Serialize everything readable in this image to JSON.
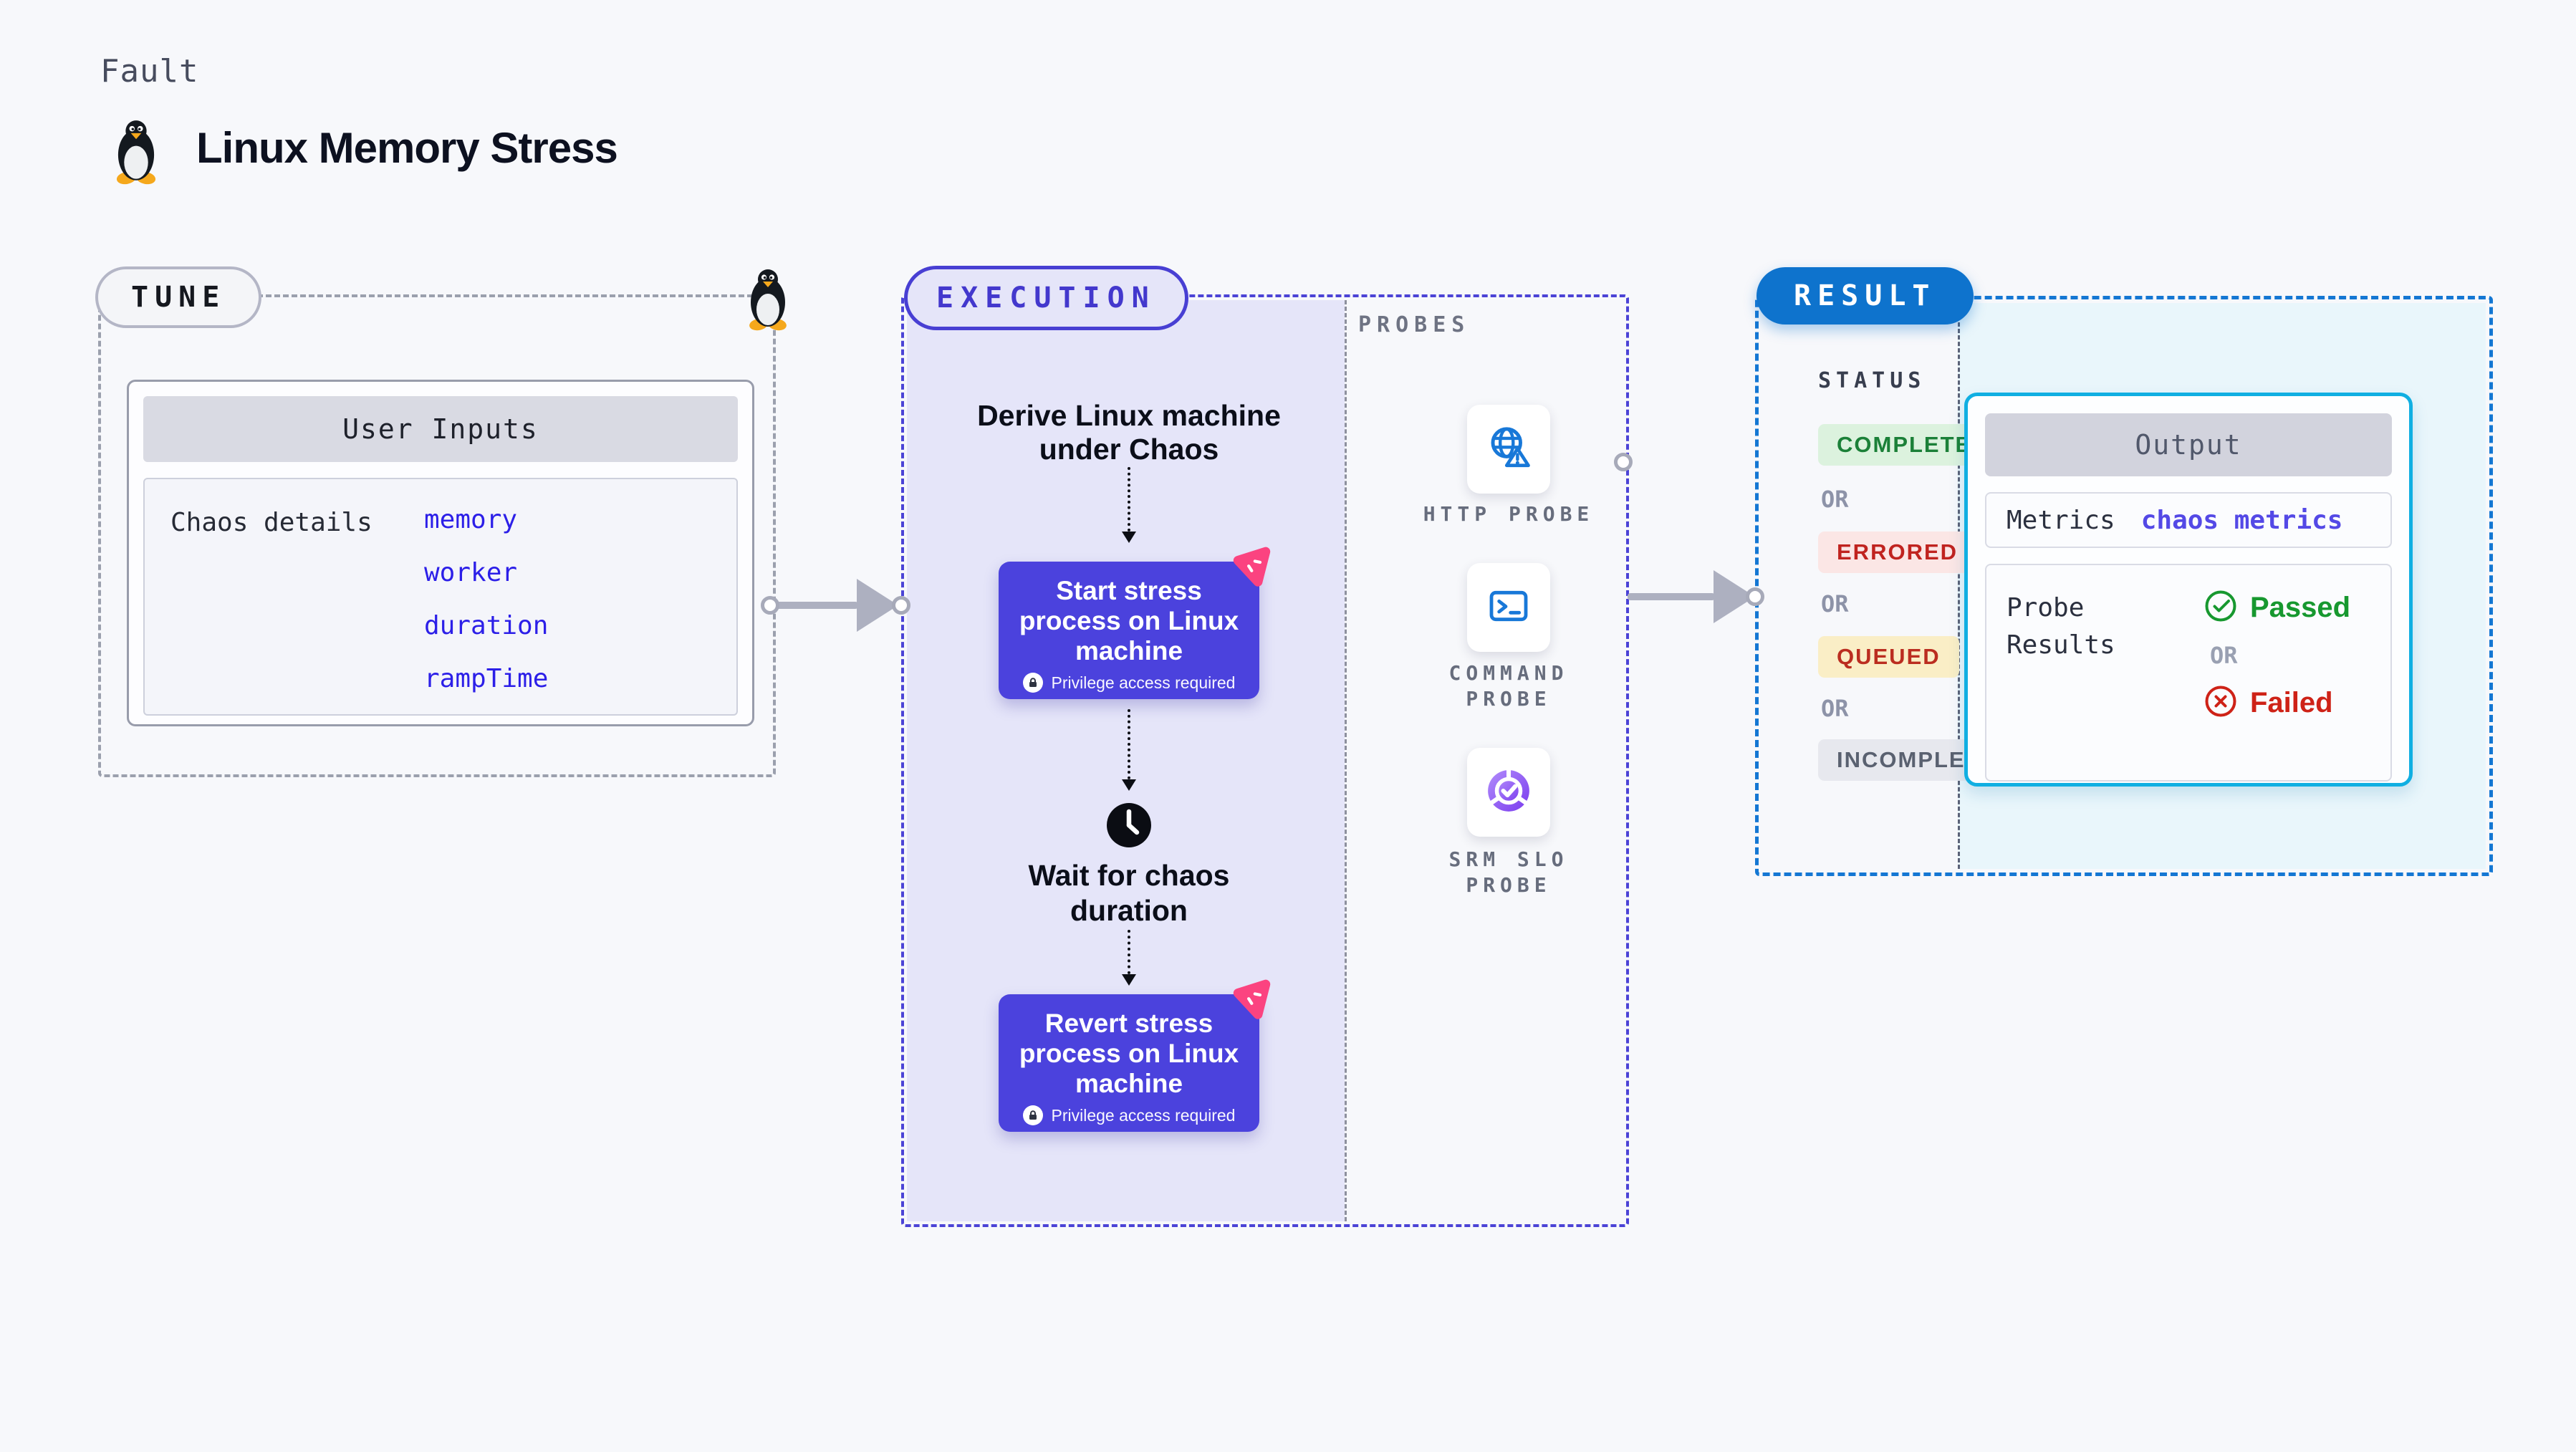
{
  "page": {
    "fault_label": "Fault",
    "title": "Linux Memory Stress"
  },
  "tune": {
    "label": "TUNE",
    "card_title": "User Inputs",
    "row_label": "Chaos details",
    "inputs": [
      "memory",
      "worker",
      "duration",
      "rampTime"
    ]
  },
  "execution": {
    "label": "EXECUTION",
    "derive_title": "Derive Linux machine under Chaos",
    "start_node_title": "Start stress process on Linux machine",
    "wait_title": "Wait for chaos duration",
    "revert_node_title": "Revert stress process on Linux machine",
    "privilege_note": "Privilege access required"
  },
  "probes": {
    "label": "PROBES",
    "items": [
      {
        "name": "HTTP PROBE",
        "icon": "globe-alert-icon"
      },
      {
        "name": "COMMAND PROBE",
        "icon": "terminal-icon"
      },
      {
        "name": "SRM SLO PROBE",
        "icon": "slo-doughnut-check-icon"
      }
    ]
  },
  "result": {
    "label": "RESULT",
    "status_label": "STATUS",
    "or_label": "OR",
    "statuses": [
      {
        "label": "COMPLETED",
        "text_color": "#1b8038",
        "bg_color": "#dcf2de"
      },
      {
        "label": "ERRORED",
        "text_color": "#c0231f",
        "bg_color": "#fbe6e5"
      },
      {
        "label": "QUEUED",
        "text_color": "#bb2d20",
        "bg_color": "#faeec6"
      },
      {
        "label": "INCOMPLETED",
        "text_color": "#5a6170",
        "bg_color": "#e7e8ee"
      }
    ],
    "output": {
      "title": "Output",
      "metrics_label": "Metrics",
      "metrics_value": "chaos metrics",
      "probe_results_label": "Probe Results",
      "passed_label": "Passed",
      "or_label": "OR",
      "failed_label": "Failed"
    }
  },
  "colors": {
    "background": "#f7f8fb",
    "tune_dash": "#9ba0ad",
    "execution_dash": "#4b43d6",
    "execution_panel": "#e5e5f9",
    "node_button": "#4b42dd",
    "node_badge_pink": "#fb4380",
    "result_dash": "#1477d3",
    "result_pill": "#0e73cd",
    "result_panel": "#e9f6fb",
    "output_border": "#10afe2",
    "input_link_blue": "#2c1fe8",
    "metrics_link_indigo": "#5449e6",
    "probe_icon_blue": "#1878d8",
    "passed_green": "#17982f",
    "failed_red": "#ce2217",
    "arrow_gray": "#adb0c0"
  }
}
